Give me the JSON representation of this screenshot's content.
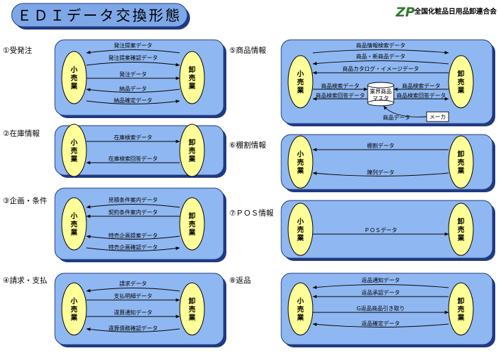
{
  "title": "ＥＤＩデータ交換形態",
  "org": "全国化粧品日用品卸連合会",
  "logo_letters": "ZP",
  "retail_label": "小売業",
  "wholesale_label": "卸売業",
  "panels": [
    {
      "label": "①受発注",
      "flows": [
        {
          "text": "発注提案データ",
          "dir": "left"
        },
        {
          "text": "発注提案確認データ",
          "dir": "right"
        },
        {
          "text": "発注データ",
          "dir": "right"
        },
        {
          "text": "納品データ",
          "dir": "left"
        },
        {
          "text": "納品確定データ",
          "dir": "right"
        }
      ]
    },
    {
      "label": "②在庫情報",
      "flows": [
        {
          "text": "在庫検索データ",
          "dir": "right"
        },
        {
          "text": "在庫検索回答データ",
          "dir": "left"
        }
      ]
    },
    {
      "label": "③企画・条件",
      "flows": [
        {
          "text": "見積条件案内データ",
          "dir": "left"
        },
        {
          "text": "契約条件案内データ",
          "dir": "left"
        },
        {
          "text": "特売企画提案データ",
          "dir": "left"
        },
        {
          "text": "特売企画確認データ",
          "dir": "right"
        }
      ]
    },
    {
      "label": "④請求・支払",
      "flows": [
        {
          "text": "請求データ",
          "dir": "left"
        },
        {
          "text": "支払明細データ",
          "dir": "right"
        },
        {
          "text": "違算通知データ",
          "dir": "right"
        },
        {
          "text": "違算債務確認データ",
          "dir": "left"
        }
      ]
    },
    {
      "label": "⑤商品情報",
      "flows": [
        {
          "text": "商品情報検索データ",
          "dir": "right"
        },
        {
          "text": "商品・新商品データ",
          "dir": "left"
        },
        {
          "text": "商品カタログ・イメージデータ",
          "dir": "left"
        }
      ],
      "master": "業界商品\nマスタ",
      "maker": "メーカ",
      "master_left": [
        "商品検索データ",
        "商品検索回答データ"
      ],
      "master_right": [
        "商品検索データ",
        "商品検索回答データ"
      ],
      "maker_flow": "商品データ"
    },
    {
      "label": "⑥棚割情報",
      "flows": [
        {
          "text": "棚割データ",
          "dir": "left"
        },
        {
          "text": "陳列データ",
          "dir": "left"
        }
      ]
    },
    {
      "label": "⑦ＰＯＳ情報",
      "flows": [
        {
          "text": "ＰＯＳデータ",
          "dir": "right"
        }
      ]
    },
    {
      "label": "⑧返品",
      "flows": [
        {
          "text": "返品通知データ",
          "dir": "left"
        },
        {
          "text": "返品承認データ",
          "dir": "left"
        },
        {
          "text": "G返品商品引き取り",
          "dir": "right"
        },
        {
          "text": "返品確定データ",
          "dir": "left"
        }
      ]
    }
  ]
}
